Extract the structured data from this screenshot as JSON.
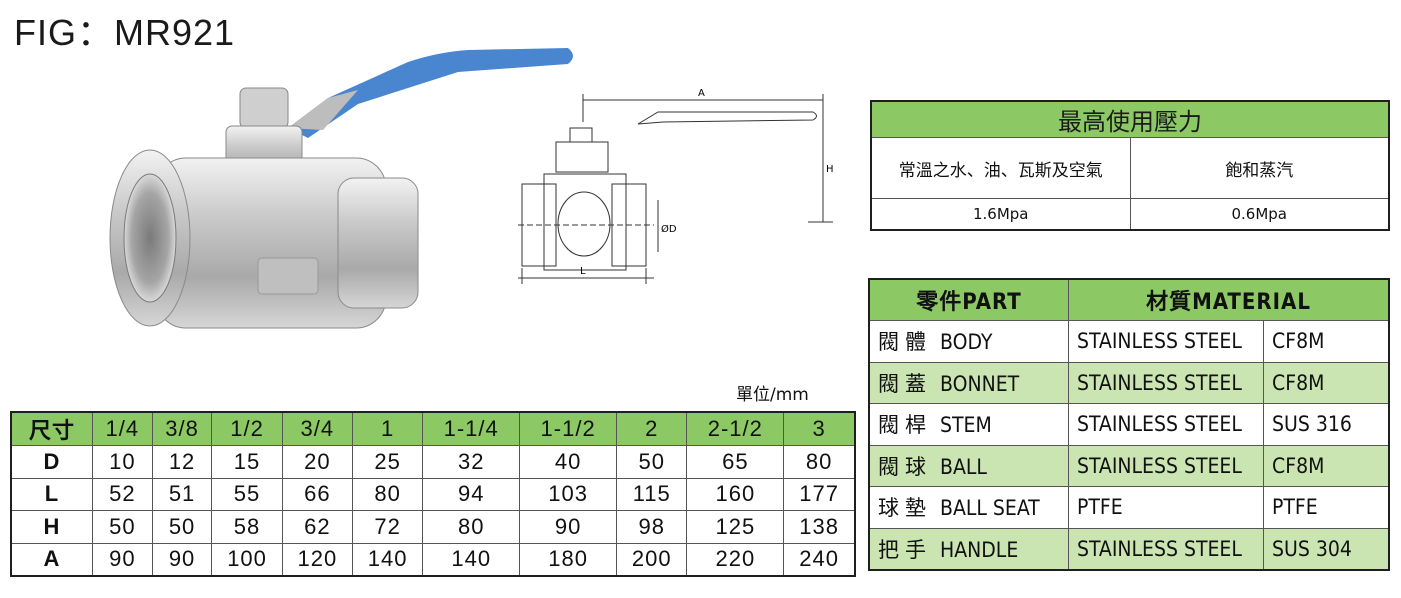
{
  "title": "FIG：MR921",
  "drawing_labels": {
    "A": "A",
    "H": "H",
    "D": "ØD",
    "L": "L"
  },
  "pressure_table": {
    "header": "最高使用壓力",
    "columns": [
      "常溫之水、油、瓦斯及空氣",
      "飽和蒸汽"
    ],
    "values": [
      "1.6Mpa",
      "0.6Mpa"
    ]
  },
  "materials_table": {
    "headers": [
      "零件PART",
      "材質MATERIAL"
    ],
    "rows": [
      {
        "part_zh": "閥 體",
        "part_en": "BODY",
        "material": "STAINLESS STEEL",
        "grade": "CF8M"
      },
      {
        "part_zh": "閥 蓋",
        "part_en": "BONNET",
        "material": "STAINLESS STEEL",
        "grade": "CF8M"
      },
      {
        "part_zh": "閥 桿",
        "part_en": "STEM",
        "material": "STAINLESS STEEL",
        "grade": "SUS 316"
      },
      {
        "part_zh": "閥 球",
        "part_en": "BALL",
        "material": "STAINLESS STEEL",
        "grade": "CF8M"
      },
      {
        "part_zh": "球 墊",
        "part_en": "BALL SEAT",
        "material": "PTFE",
        "grade": "PTFE"
      },
      {
        "part_zh": "把 手",
        "part_en": "HANDLE",
        "material": "STAINLESS STEEL",
        "grade": "SUS 304"
      }
    ]
  },
  "unit_label": "單位/mm",
  "dimension_table": {
    "header_label": "尺寸",
    "sizes": [
      "1/4",
      "3/8",
      "1/2",
      "3/4",
      "1",
      "1-1/4",
      "1-1/2",
      "2",
      "2-1/2",
      "3"
    ],
    "rows": [
      {
        "label": "D",
        "values": [
          "10",
          "12",
          "15",
          "20",
          "25",
          "32",
          "40",
          "50",
          "65",
          "80"
        ]
      },
      {
        "label": "L",
        "values": [
          "52",
          "51",
          "55",
          "66",
          "80",
          "94",
          "103",
          "115",
          "160",
          "177"
        ]
      },
      {
        "label": "H",
        "values": [
          "50",
          "50",
          "58",
          "62",
          "72",
          "80",
          "90",
          "98",
          "125",
          "138"
        ]
      },
      {
        "label": "A",
        "values": [
          "90",
          "90",
          "100",
          "120",
          "140",
          "140",
          "180",
          "200",
          "220",
          "240"
        ]
      }
    ]
  },
  "colors": {
    "header_green": "#8cc863",
    "row_green": "#cbe5b2",
    "handle_blue": "#4a86d0"
  }
}
